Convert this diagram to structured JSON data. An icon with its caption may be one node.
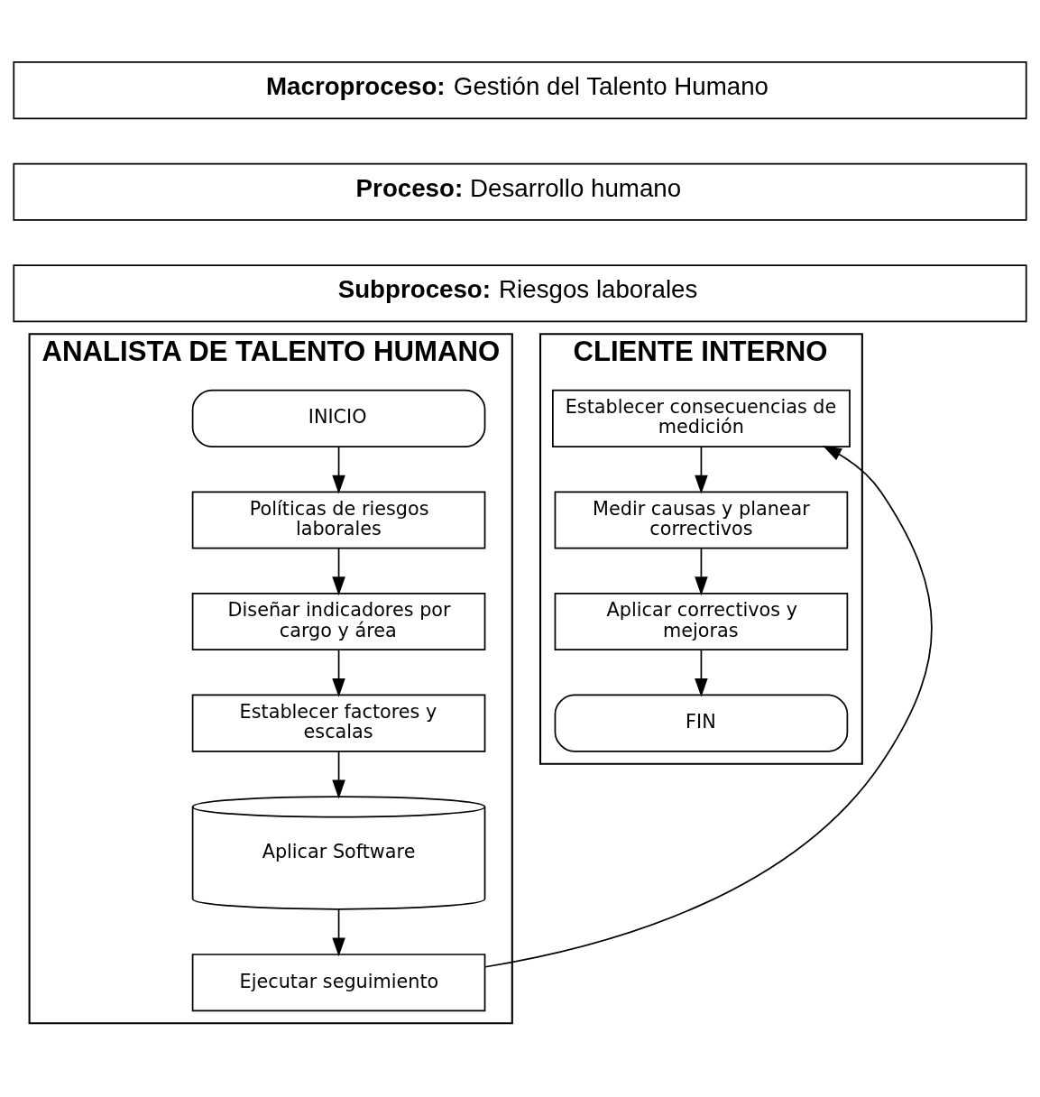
{
  "diagram": {
    "nodes": [
      {
        "text": [
          "**Macroproceso:** Gestión del Talento Humano"
        ]
      },
      {
        "text": [
          "**Proceso:** Desarrollo humano"
        ]
      },
      {
        "text": [
          "**Subproceso:** Riesgos laborales"
        ]
      },
      {
        "text": [
          "ANALISTA DE TALENTO HUMANO"
        ]
      },
      {
        "text": [
          "CLIENTE INTERNO"
        ]
      },
      {
        "text": [
          "INICIO"
        ],
        "in": 3
      },
      {
        "text": [
          "Políticas de riesgos laborales"
        ],
        "in": 3
      },
      {
        "text": [
          "Diseñar indicadores por cargo y área"
        ],
        "in": 3
      },
      {
        "text": [
          "Establecer factores y escalas"
        ],
        "in": 3
      },
      {
        "text": [
          "Aplicar Software"
        ],
        "in": 3
      },
      {
        "text": [
          "Ejecutar seguimiento"
        ],
        "in": 3
      },
      {
        "text": [
          "Establecer consecuencias de medición"
        ],
        "in": 4
      },
      {
        "text": [
          "Medir causas y planear correctivos"
        ],
        "in": 4
      },
      {
        "text": [
          "Aplicar correctivos y mejoras"
        ],
        "in": 4
      },
      {
        "text": [
          "FIN"
        ],
        "in": 4
      }
    ],
    "edges": [
      {
        "from": 5,
        "to": 6,
        "arrow": "to"
      },
      {
        "from": 6,
        "to": 7,
        "arrow": "to"
      },
      {
        "from": 7,
        "to": 8,
        "arrow": "to"
      },
      {
        "from": 8,
        "to": 9,
        "arrow": "to"
      },
      {
        "from": 9,
        "to": 10,
        "arrow": "to"
      },
      {
        "from": 10,
        "to": 11,
        "arrow": "to"
      },
      {
        "from": 11,
        "to": 12,
        "arrow": "to"
      },
      {
        "from": 12,
        "to": 13,
        "arrow": "to"
      },
      {
        "from": 13,
        "to": 14,
        "arrow": "to"
      }
    ]
  }
}
